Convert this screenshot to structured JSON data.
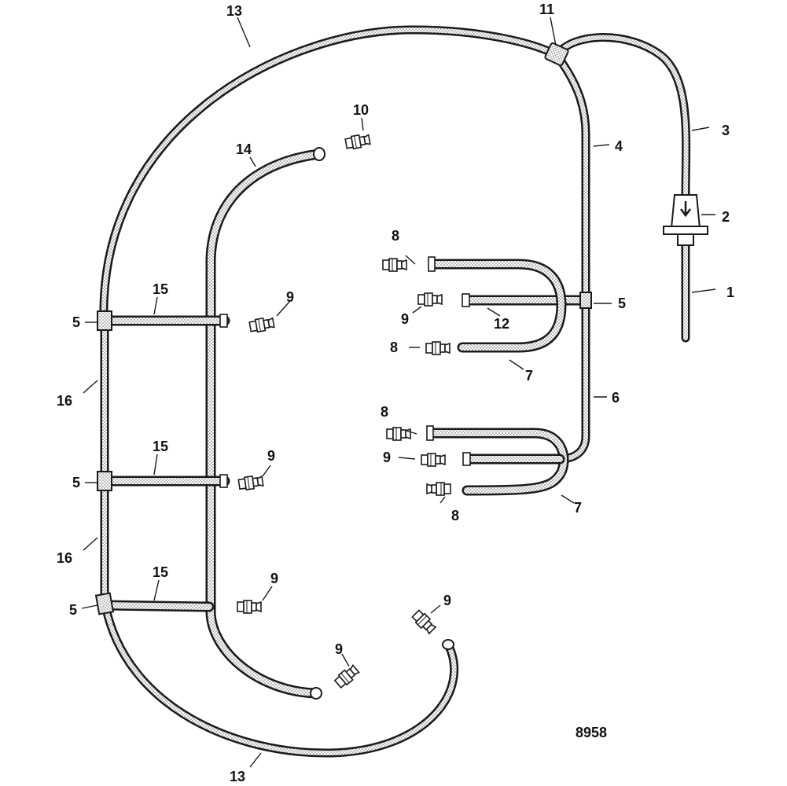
{
  "figure_number": "8958",
  "callouts": [
    {
      "id": "c1",
      "text": "1"
    },
    {
      "id": "c2",
      "text": "2"
    },
    {
      "id": "c3",
      "text": "3"
    },
    {
      "id": "c4",
      "text": "4"
    },
    {
      "id": "c5a",
      "text": "5"
    },
    {
      "id": "c5b",
      "text": "5"
    },
    {
      "id": "c5c",
      "text": "5"
    },
    {
      "id": "c5d",
      "text": "5"
    },
    {
      "id": "c6",
      "text": "6"
    },
    {
      "id": "c7a",
      "text": "7"
    },
    {
      "id": "c7b",
      "text": "7"
    },
    {
      "id": "c8a",
      "text": "8"
    },
    {
      "id": "c8b",
      "text": "8"
    },
    {
      "id": "c8c",
      "text": "8"
    },
    {
      "id": "c8d",
      "text": "8"
    },
    {
      "id": "c9a",
      "text": "9"
    },
    {
      "id": "c9b",
      "text": "9"
    },
    {
      "id": "c9c",
      "text": "9"
    },
    {
      "id": "c9d",
      "text": "9"
    },
    {
      "id": "c9e",
      "text": "9"
    },
    {
      "id": "c9f",
      "text": "9"
    },
    {
      "id": "c9g",
      "text": "9"
    },
    {
      "id": "c10",
      "text": "10"
    },
    {
      "id": "c11",
      "text": "11"
    },
    {
      "id": "c12",
      "text": "12"
    },
    {
      "id": "c13a",
      "text": "13"
    },
    {
      "id": "c13b",
      "text": "13"
    },
    {
      "id": "c14",
      "text": "14"
    },
    {
      "id": "c15a",
      "text": "15"
    },
    {
      "id": "c15b",
      "text": "15"
    },
    {
      "id": "c15c",
      "text": "15"
    },
    {
      "id": "c16a",
      "text": "16"
    },
    {
      "id": "c16b",
      "text": "16"
    }
  ],
  "colors": {
    "line": "#1a1a1a",
    "dot": "#9a9a9a",
    "background": "#ffffff"
  }
}
